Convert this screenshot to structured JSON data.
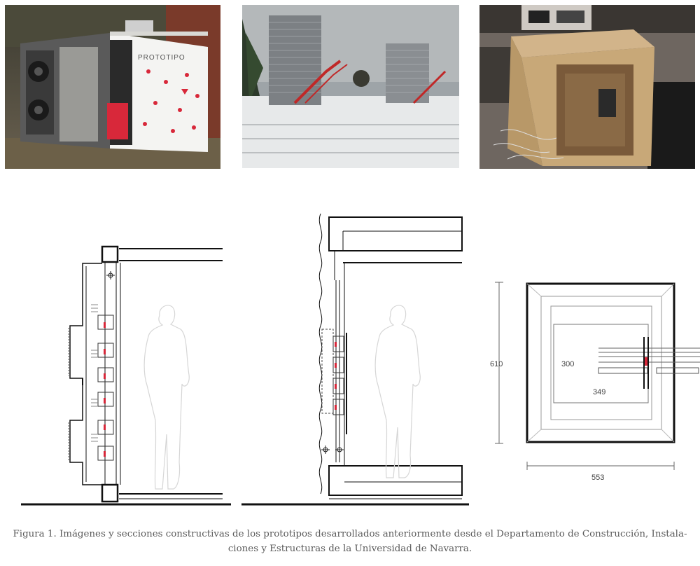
{
  "figure": {
    "caption_line1": "Figura 1. Imágenes y secciones constructivas de los prototipos desarrollados anteriormente desde el Departamento de Construcción, Instala-",
    "caption_line2": "ciones y Estructuras de la Universidad de Navarra."
  },
  "photos": {
    "prototype_sign": "PROTOTIPO"
  },
  "plan_dimensions": {
    "height_total": "610",
    "width_total": "553",
    "inner_height": "300",
    "inner_width": "349"
  },
  "colors": {
    "accent_red": "#d8283a",
    "line": "#111111",
    "light_line": "#888888"
  }
}
